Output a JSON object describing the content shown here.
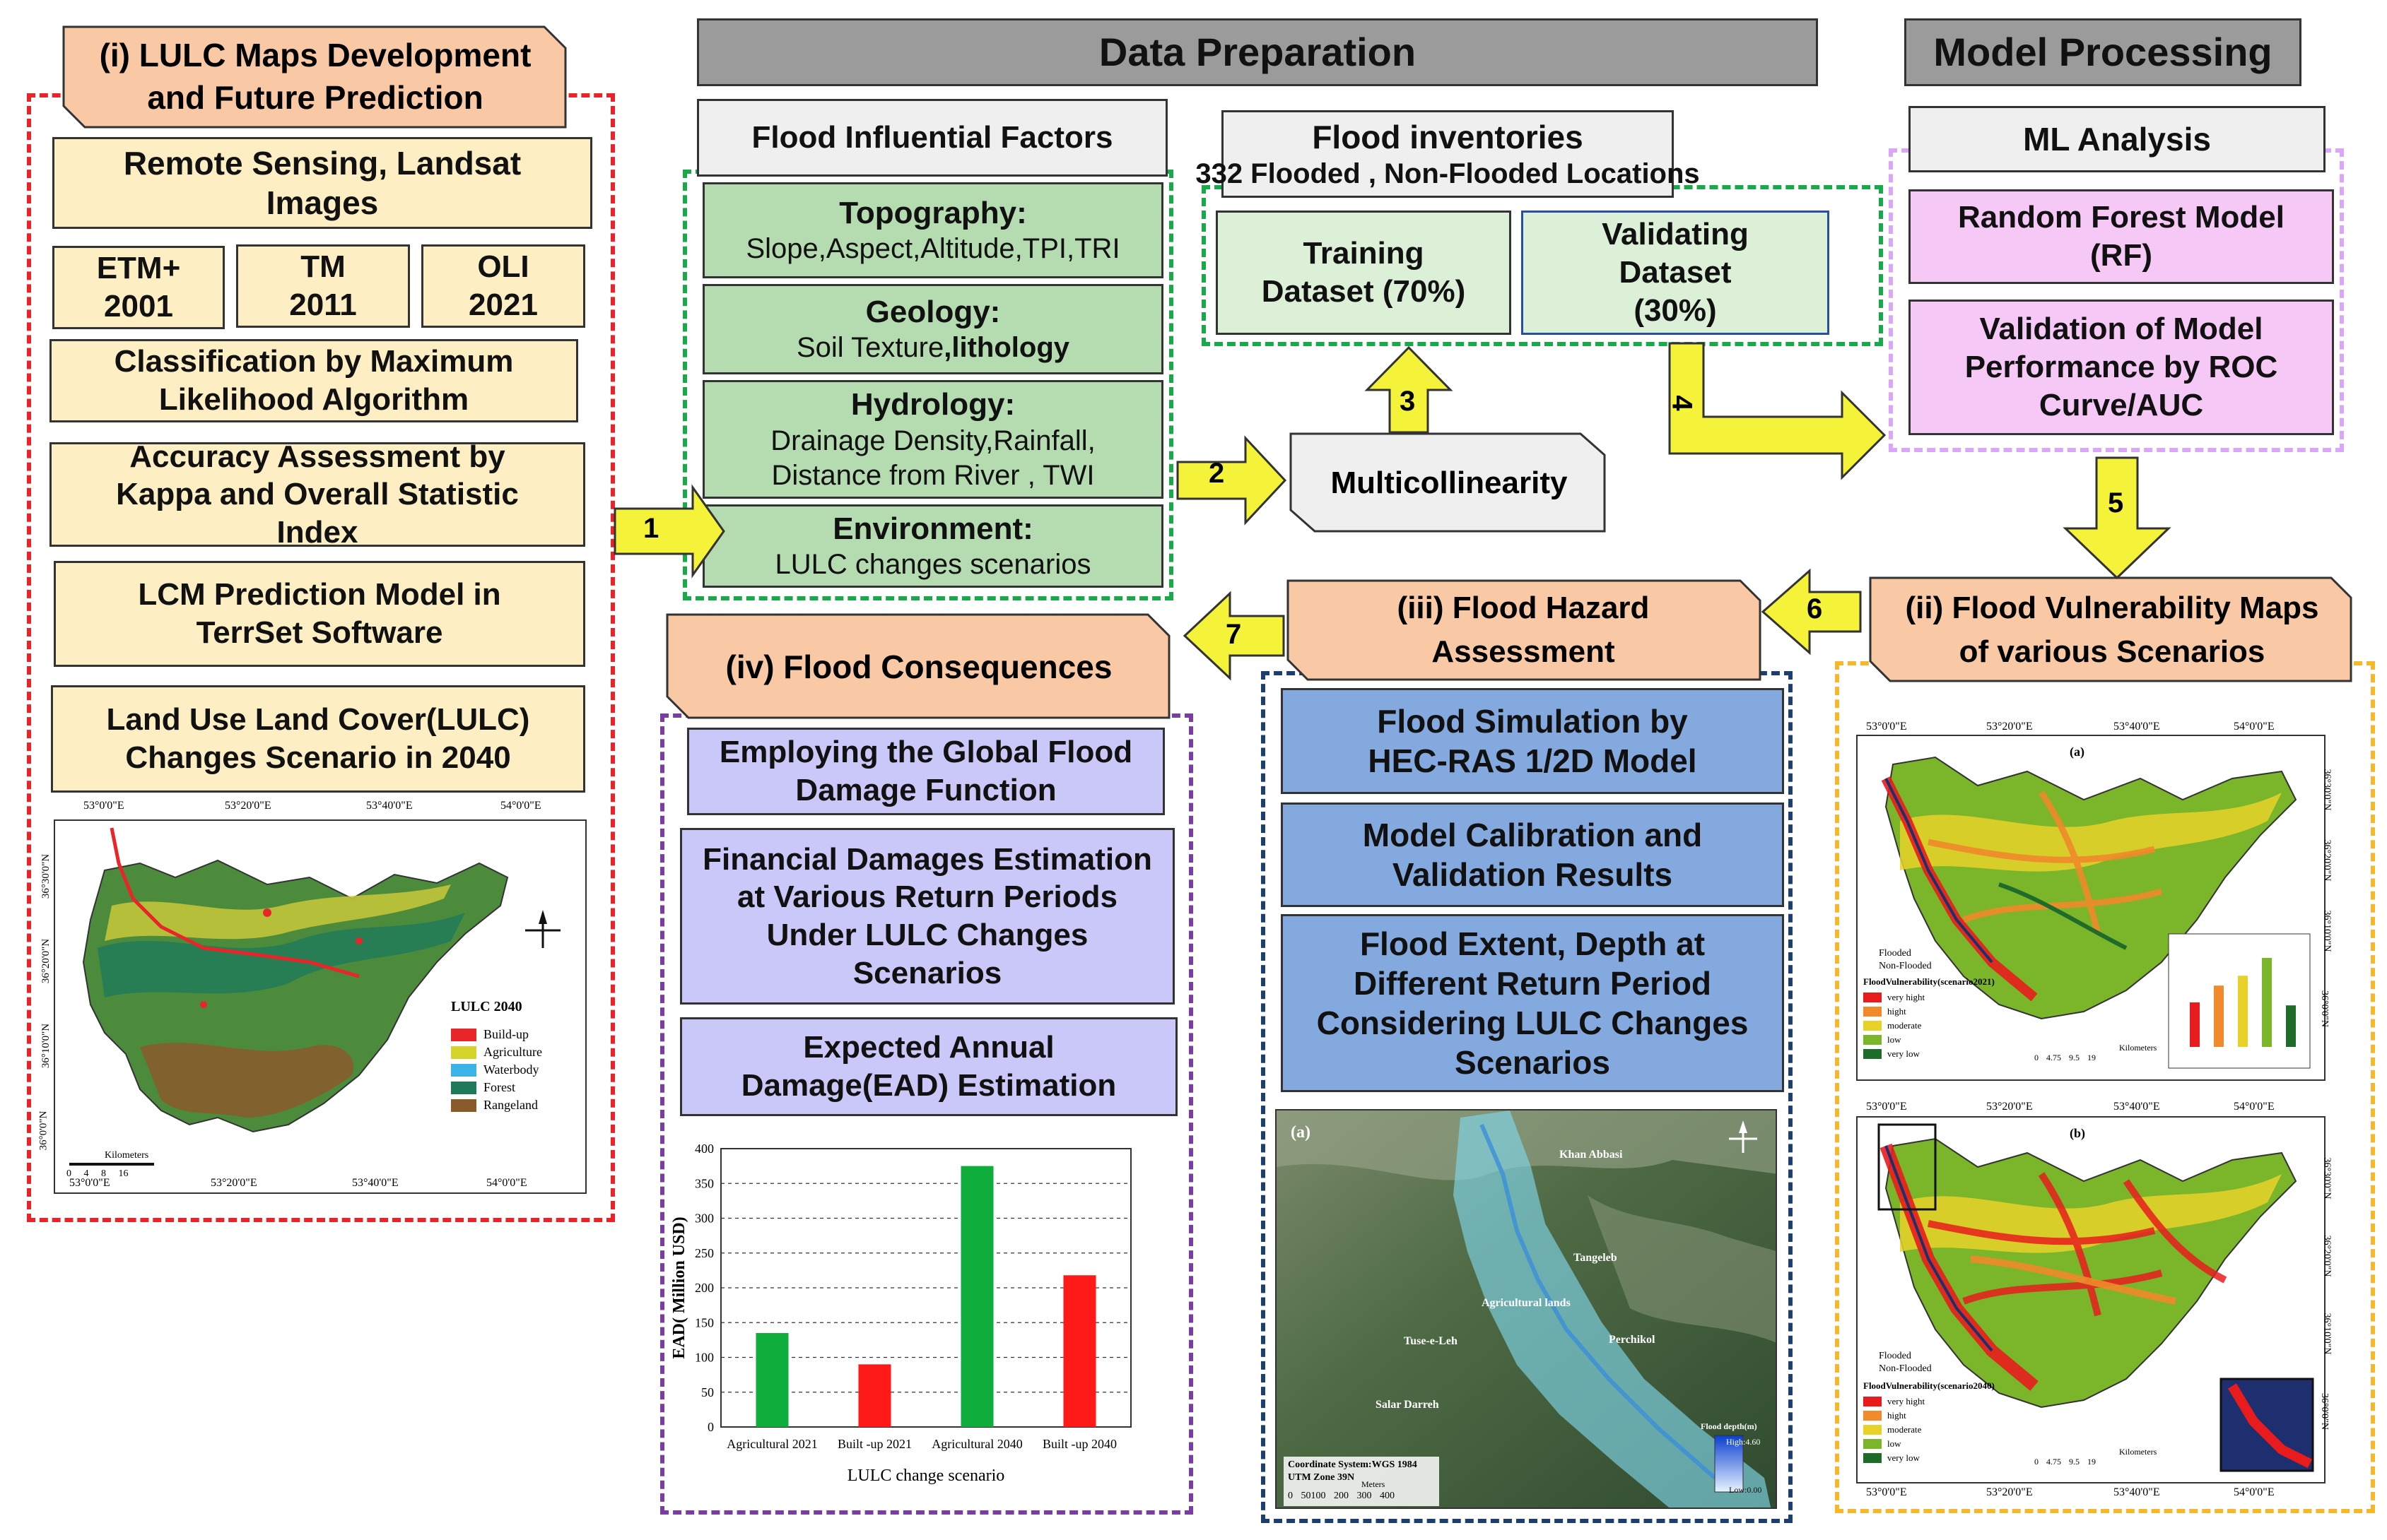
{
  "headers": {
    "data_prep": "Data Preparation",
    "model_proc": "Model Processing"
  },
  "section_i": {
    "title": "(i) LULC Maps Development and Future Prediction"
  },
  "section_ii": {
    "title": "(ii) Flood Vulnerability Maps of various Scenarios"
  },
  "section_iii": {
    "title": "(iii) Flood Hazard Assessment"
  },
  "section_iv": {
    "title": "(iv) Flood Consequences"
  },
  "lulc": {
    "remote": "Remote Sensing, Landsat Images",
    "etm": "ETM+ 2001",
    "tm": "TM 2011",
    "oli": "OLI 2021",
    "classif": "Classification by Maximum Likelihood Algorithm",
    "accuracy": "Accuracy Assessment by Kappa and Overall Statistic Index",
    "lcm": "LCM Prediction Model in TerrSet Software",
    "scenario": "Land Use Land Cover(LULC) Changes Scenario in 2040"
  },
  "lulc_map": {
    "title": "LULC 2040",
    "legend": [
      "Build-up",
      "Agriculture",
      "Waterbody",
      "Forest",
      "Rangeland"
    ],
    "legend_colors": [
      "#e8262a",
      "#d4d42a",
      "#3cb4ea",
      "#1f7a5a",
      "#8b5a2b"
    ],
    "top_ticks": [
      "53°0'0\"E",
      "53°20'0\"E",
      "53°40'0\"E",
      "54°0'0\"E"
    ],
    "bottom_ticks": [
      "53°0'0\"E",
      "53°20'0\"E",
      "53°40'0\"E",
      "54°0'0\"E"
    ],
    "left_ticks": [
      "36°30'0\"N",
      "36°20'0\"N",
      "36°10'0\"N",
      "36°0'0\"N"
    ],
    "scale": "0 4 8 16",
    "scale_unit": "Kilometers"
  },
  "factors": {
    "title": "Flood Influential Factors",
    "topo_h": "Topography:",
    "topo": "Slope,Aspect,Altitude,TPI,TRI",
    "geo_h": "Geology:",
    "geo_a": "Soil Texture",
    "geo_b": ",lithology",
    "hydro_h": "Hydrology:",
    "hydro1": "Drainage Density,Rainfall,",
    "hydro2": "Distance from River , TWI",
    "env_h": "Environment:",
    "env": "LULC changes scenarios"
  },
  "inventory": {
    "title": "Flood inventories",
    "sub": "332 Flooded , Non-Flooded Locations",
    "train": "Training Dataset (70%)",
    "valid": "Validating Dataset (30%)"
  },
  "multi": "Multicollinearity",
  "ml": {
    "title": "ML Analysis",
    "rf": "Random Forest Model (RF)",
    "val": "Validation of Model Performance by ROC Curve/AUC"
  },
  "hazard": {
    "sim": "Flood Simulation by HEC-RAS 1/2D Model",
    "calib": "Model Calibration and Validation Results",
    "extent": "Flood Extent, Depth at Different Return Period Considering LULC Changes Scenarios"
  },
  "hazard_map": {
    "label": "(a)",
    "places": [
      "Khan Abbasi",
      "Tangeleb",
      "Agricultural lands",
      "Tuse-e-Leh",
      "Perchikol",
      "Salar Darreh"
    ],
    "coord1": "Coordinate System:WGS 1984",
    "coord2": "UTM Zone 39N",
    "scale": "0 50100 200 300 400",
    "scale_unit": "Meters",
    "legend_title": "Flood depth(m)",
    "high": "High:4.60",
    "low": "Low:0.00"
  },
  "consequences": {
    "gfdf": "Employing the Global Flood Damage Function",
    "fin": "Financial Damages Estimation at Various Return Periods Under LULC Changes Scenarios",
    "ead": "Expected Annual Damage(EAD) Estimation"
  },
  "chart_data": {
    "type": "bar",
    "categories": [
      "Agricultural 2021",
      "Built -up 2021",
      "Agricultural 2040",
      "Built -up 2040"
    ],
    "values": [
      135,
      90,
      375,
      218
    ],
    "colors": [
      "#0fae3c",
      "#ff1a1a",
      "#0fae3c",
      "#ff1a1a"
    ],
    "ylabel": "EAD( Million USD)",
    "xlabel": "LULC change scenario",
    "ylim": [
      0,
      400
    ],
    "yticks": [
      0,
      50,
      100,
      150,
      200,
      250,
      300,
      350,
      400
    ],
    "grid": true
  },
  "vuln_maps": {
    "a_label": "(a)",
    "b_label": "(b)",
    "top_ticks": [
      "53°0'0\"E",
      "53°20'0\"E",
      "53°40'0\"E",
      "54°0'0\"E"
    ],
    "right_ticks": [
      "36°30'0\"N",
      "36°20'0\"N",
      "36°10'0\"N",
      "36°0'0\"N"
    ],
    "flooded": "Flooded",
    "non_flooded": "Non-Flooded",
    "legend_a": "FloodVulnerability(scenario2021)",
    "legend_b": "FloodVulnerability(scenario2040)",
    "classes": [
      "very hight",
      "hight",
      "moderate",
      "low",
      "very low"
    ],
    "class_colors": [
      "#e81c1c",
      "#f08a2a",
      "#e8d22a",
      "#7ab52a",
      "#1f6b2a"
    ],
    "scale": "0 4.75 9.5 19",
    "scale_unit": "Kilometers"
  },
  "arrows": [
    "1",
    "2",
    "3",
    "4",
    "5",
    "6",
    "7"
  ]
}
